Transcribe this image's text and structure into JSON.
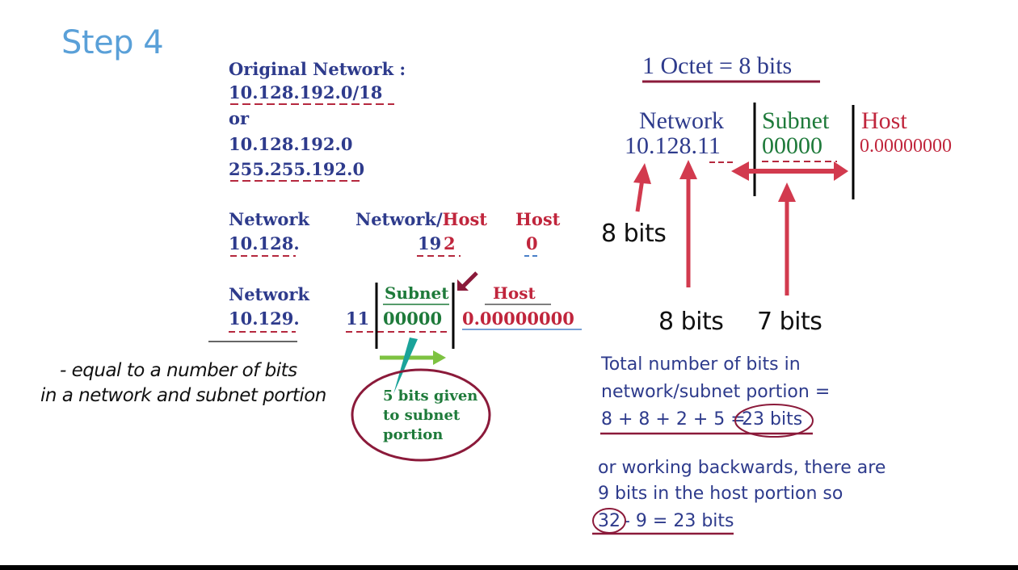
{
  "step_title": "Step 4",
  "original": {
    "heading": "Original Network :",
    "cidr": "10.128.192.0/18",
    "or": "or",
    "address": "10.128.192.0",
    "mask": "255.255.192.0"
  },
  "split1": {
    "network_label": "Network",
    "network_value": "10.128.",
    "nethost_label_network": "Network/",
    "nethost_label_host": "Host",
    "nethost_value_a": "19",
    "nethost_value_b": "2",
    "host_label": "Host",
    "host_value": "0"
  },
  "split2": {
    "network_label": "Network",
    "network_value": "10.129.",
    "bits_prefix": "11",
    "subnet_label": "Subnet",
    "subnet_bits": "00000",
    "host_label": "Host",
    "host_bits": "0.00000000"
  },
  "handwritten_note": {
    "line1": "- equal to a number of bits",
    "line2": "in a network and subnet portion"
  },
  "bubble": {
    "line1": "5 bits given",
    "line2": "to subnet",
    "line3": "portion"
  },
  "right": {
    "octet_title": "1 Octet = 8 bits",
    "network_label": "Network",
    "network_value_a": "10.128.",
    "network_value_b": "11",
    "subnet_label": "Subnet",
    "subnet_value": "00000",
    "host_label": "Host",
    "host_value": "0.00000000",
    "bits_label_left": "8 bits",
    "bits_label_mid": "8 bits",
    "bits_label_right": "7 bits",
    "total_line1": "Total number of bits in",
    "total_line2": "network/subnet portion =",
    "total_line3_prefix": "8 + 8 + 2 + 5 =",
    "total_line3_result": "23 bits",
    "backwards_line1": "or  working backwards, there are",
    "backwards_line2": "9 bits in the host portion so",
    "backwards_line3_a": "32",
    "backwards_line3_b": "- 9 = 23 bits"
  },
  "colors": {
    "navy": "#2e3b8c",
    "red": "#c0253c",
    "green": "#1e7a3a",
    "maroon": "#8b1a3a",
    "arrow_red": "#d23a4e",
    "arrow_green": "#7dc241",
    "teal": "#1aa39a",
    "step_blue": "#5aa0d8"
  }
}
